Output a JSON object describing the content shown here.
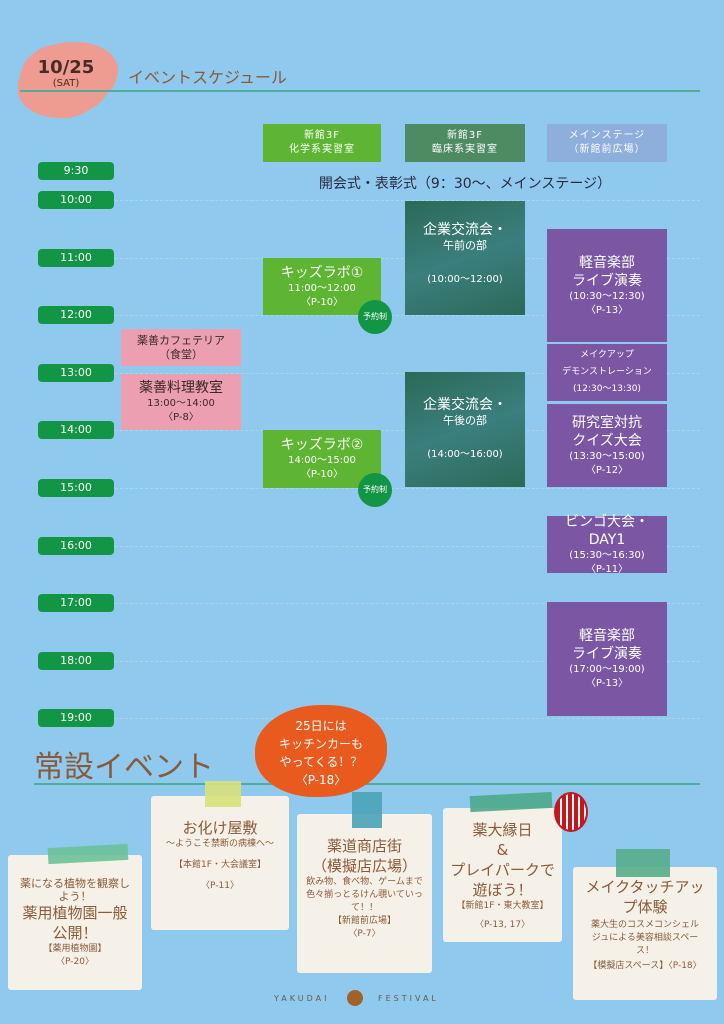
{
  "header": {
    "date": "10/25",
    "weekday": "(SAT)",
    "title": "イベントスケジュール"
  },
  "columns": [
    {
      "line1": "新館3F",
      "line2": "化学系実習室",
      "color": "#5db533"
    },
    {
      "line1": "新館3F",
      "line2": "臨床系実習室",
      "color": "#4e8b63"
    },
    {
      "line1": "メインステージ",
      "line2": "（新館前広場）",
      "color": "#8eaedc"
    }
  ],
  "times": [
    "9:30",
    "10:00",
    "11:00",
    "12:00",
    "13:00",
    "14:00",
    "15:00",
    "16:00",
    "17:00",
    "18:00",
    "19:00"
  ],
  "opening": "開会式・表彰式（9：30〜、メインステージ）",
  "events": {
    "kids1": {
      "name": "キッズラボ①",
      "time": "11:00〜12:00",
      "page": "〈P-10〉",
      "badge": "予約制"
    },
    "kids2": {
      "name": "キッズラボ②",
      "time": "14:00〜15:00",
      "page": "〈P-10〉",
      "badge": "予約制"
    },
    "cafe": {
      "name": "薬善カフェテリア",
      "sub": "（食堂）"
    },
    "cooking": {
      "name": "薬善料理教室",
      "time": "13:00〜14:00",
      "page": "〈P-8〉"
    },
    "biz_am": {
      "name": "企業交流会・",
      "sub": "午前の部",
      "time": "(10:00〜12:00)"
    },
    "biz_pm": {
      "name": "企業交流会・",
      "sub": "午後の部",
      "time": "(14:00〜16:00)"
    },
    "music1": {
      "name1": "軽音楽部",
      "name2": "ライブ演奏",
      "time": "(10:30〜12:30)",
      "page": "〈P-13〉"
    },
    "makeup": {
      "name1": "メイクアップ",
      "name2": "デモンストレーション",
      "time": "(12:30〜13:30)"
    },
    "quiz": {
      "name1": "研究室対抗",
      "name2": "クイズ大会",
      "time": "(13:30〜15:00)",
      "page": "〈P-12〉"
    },
    "bingo": {
      "name": "ビンゴ大会・DAY1",
      "time": "(15:30〜16:30)",
      "page": "〈P-11〉"
    },
    "music2": {
      "name1": "軽音楽部",
      "name2": "ライブ演奏",
      "time": "(17:00〜19:00)",
      "page": "〈P-13〉"
    }
  },
  "permanent": {
    "title": "常設イベント",
    "bubble": [
      "25日には",
      "キッチンカーも",
      "やってくる！？",
      "〈P-18〉"
    ],
    "cards": [
      {
        "pre": "薬になる植物を観察しよう！",
        "title": "薬用植物園一般公開！",
        "place": "【薬用植物園】",
        "page": "〈P-20〉"
      },
      {
        "title": "お化け屋敷",
        "sub": "〜ようこそ禁断の病棟へ〜",
        "place": "【本館1F・大会議室】",
        "page": "〈P-11〉"
      },
      {
        "title": "薬道商店街",
        "title2": "（模擬店広場）",
        "desc": "飲み物、食べ物、ゲームまで色々揃っとるけん覗いていって！！",
        "place": "【新館前広場】",
        "page": "〈P-7〉"
      },
      {
        "title": "薬大縁日",
        "amp": "&",
        "title2": "プレイパークで遊ぼう！",
        "place": "【新館1F・東大教室】",
        "page": "〈P-13, 17〉"
      },
      {
        "title": "メイクタッチアップ体験",
        "desc": "薬大生のコスメコンシェルジュによる美容相談スペース！",
        "place": "【模擬店スペース】〈P-18〉"
      }
    ]
  },
  "footer": {
    "left": "YAKUDAI",
    "right": "FESTIVAL"
  }
}
